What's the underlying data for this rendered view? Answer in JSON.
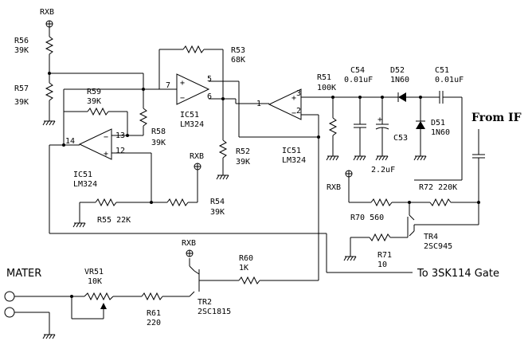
{
  "labels": {
    "rxb": "RXB",
    "r56": "R56",
    "r56v": "39K",
    "r57": "R57",
    "r57v": "39K",
    "r59": "R59",
    "r59v": "39K",
    "r58": "R58",
    "r58v": "39K",
    "r53": "R53",
    "r53v": "68K",
    "r52": "R52",
    "r52v": "39K",
    "r54": "R54",
    "r54v": "39K",
    "r55": "R55 22K",
    "ic51": "IC51",
    "lm324": "LM324",
    "r51": "R51",
    "r51v": "100K",
    "c54": "C54",
    "c54v": "0.01uF",
    "d52": "D52",
    "d52v": "1N60",
    "c51": "C51",
    "c51v": "0.01uF",
    "d51": "D51",
    "d51v": "1N60",
    "c53": "C53",
    "c53v": "2.2uF",
    "from_if": "From IF",
    "r72": "R72 220K",
    "r70": "R70 560",
    "tr4": "TR4",
    "tr4v": "2SC945",
    "r71": "R71",
    "r71v": "10",
    "to_gate": "To 3SK114 Gate",
    "r60": "R60",
    "r60v": "1K",
    "mater": "MATER",
    "vr51": "VR51",
    "vr51v": "10K",
    "r61": "R61",
    "r61v": "220",
    "tr2": "TR2",
    "tr2v": "2SC1815",
    "p7": "7",
    "p5": "5",
    "p6": "6",
    "p1": "1",
    "p3": "3",
    "p2": "2",
    "p14": "14",
    "p13": "13",
    "p12": "12",
    "plus": "+",
    "minus": "−"
  }
}
